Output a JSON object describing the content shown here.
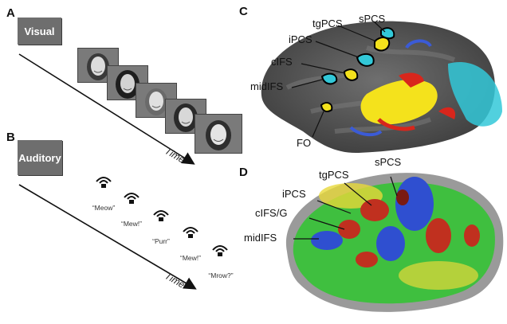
{
  "panels": {
    "a": {
      "letter": "A",
      "condition": "Visual",
      "time_label": "Time"
    },
    "b": {
      "letter": "B",
      "condition": "Auditory",
      "time_label": "Time",
      "sounds": [
        "“Meow”",
        "“Mew!”",
        "“Purr”",
        "“Mew!”",
        "“Mrow?”"
      ]
    },
    "c": {
      "letter": "C",
      "labels": {
        "tgpcs": "tgPCS",
        "spcs": "sPCS",
        "ipcs": "iPCS",
        "cifs": "cIFS",
        "midifs": "midIFS",
        "fo": "FO"
      }
    },
    "d": {
      "letter": "D",
      "labels": {
        "tgpcs": "tgPCS",
        "spcs": "sPCS",
        "ipcs": "iPCS",
        "cifsg": "cIFS/G",
        "midifs": "midIFS"
      }
    }
  },
  "colors": {
    "condition_box": "#6e6e6e",
    "cortex_dark": "#555555",
    "yellow_activation": "#f4e21c",
    "red_activation": "#d8261c",
    "blue_activation": "#3b5bd6",
    "cyan_activation": "#32c8d8",
    "heatmap_green": "#3fbf3f"
  }
}
